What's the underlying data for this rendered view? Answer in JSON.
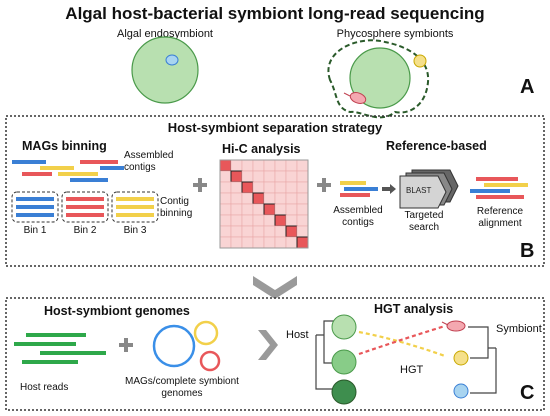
{
  "title": "Algal host-bacterial symbiont long-read sequencing",
  "panelA": {
    "left_label": "Algal endosymbiont",
    "right_label": "Phycosphere symbionts",
    "letter": "A"
  },
  "panelB": {
    "heading": "Host-symbiont separation strategy",
    "letter": "B",
    "mags": {
      "title": "MAGs binning",
      "assembled_label": "Assembled\ncontigs",
      "binning_label": "Contig\nbinning",
      "bins": [
        "Bin 1",
        "Bin 2",
        "Bin 3"
      ]
    },
    "hic": {
      "title": "Hi-C analysis"
    },
    "ref": {
      "title": "Reference-based",
      "assembled_label": "Assembled\ncontigs",
      "blast_label": "BLAST",
      "search_label": "Targeted\nsearch",
      "alignment_label": "Reference\nalignment"
    }
  },
  "panelC": {
    "heading": "Host-symbiont genomes",
    "letter": "C",
    "host_reads": "Host reads",
    "mags_label": "MAGs/complete symbiont\ngenomes",
    "hgt_title": "HGT analysis",
    "host_label": "Host",
    "symbiont_label": "Symbiont",
    "hgt_label": "HGT"
  },
  "colors": {
    "cell_green": "#b8e0b0",
    "cell_border": "#4a9a4a",
    "contig_blue": "#3a7fd5",
    "contig_yellow": "#f2d04a",
    "contig_red": "#e8575a",
    "contig_green": "#2ea84a",
    "heatmap_diag": "#e8575a",
    "heatmap_off": "#f9d4d4"
  }
}
